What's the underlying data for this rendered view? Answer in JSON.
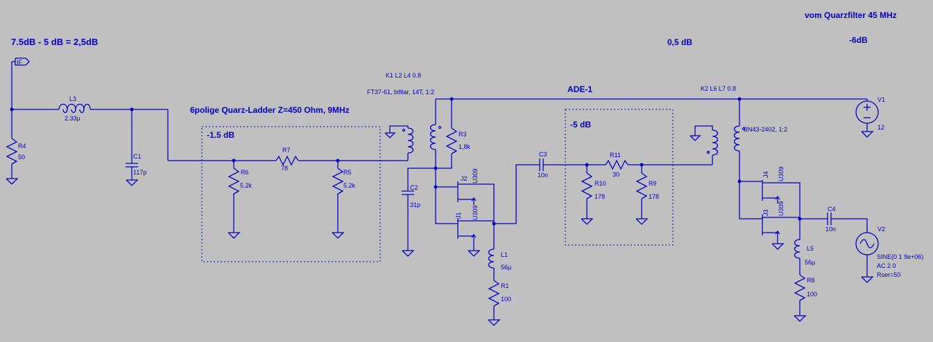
{
  "annotations": {
    "gain_top_left": "7.5dB - 5 dB = 2,5dB",
    "quartz_ladder": "6polige Quarz-Ladder Z=450 Ohm, 9MHz",
    "ladder_loss": "-1.5 dB",
    "mixer": "ADE-1",
    "atten_loss": "-5 dB",
    "mid_db": "0,5 dB",
    "right_db": "-6dB",
    "quarzfilter": "vom Quarzfilter 45 MHz",
    "k1_coupling": "K1 L2 L4 0.8",
    "k2_coupling": "K2 L6 L7 0.8",
    "ft37": "FT37-61, bifilar, 14T, 1:2",
    "bn43": "BN43-2402, 1:2"
  },
  "port": {
    "name": "IF"
  },
  "components": {
    "R4": {
      "name": "R4",
      "value": "50"
    },
    "L3": {
      "name": "L3",
      "value": "2.33µ"
    },
    "C1": {
      "name": "C1",
      "value": "117p"
    },
    "R6": {
      "name": "R6",
      "value": "5.2k"
    },
    "R7": {
      "name": "R7",
      "value": "78"
    },
    "R5": {
      "name": "R5",
      "value": "5.2k"
    },
    "R3": {
      "name": "R3",
      "value": "1,8k"
    },
    "C2": {
      "name": "C2",
      "value": "31p"
    },
    "J2": {
      "name": "J2",
      "value": "U309"
    },
    "J1": {
      "name": "J1",
      "value": "U309"
    },
    "L1": {
      "name": "L1",
      "value": "56µ"
    },
    "R1": {
      "name": "R1",
      "value": "100"
    },
    "C3": {
      "name": "C3",
      "value": "10n"
    },
    "R11": {
      "name": "R11",
      "value": "30"
    },
    "R10": {
      "name": "R10",
      "value": "178"
    },
    "R9": {
      "name": "R9",
      "value": "178"
    },
    "J4": {
      "name": "J4",
      "value": "U309"
    },
    "J3": {
      "name": "J3",
      "value": "U309"
    },
    "C4": {
      "name": "C4",
      "value": "10n"
    },
    "L5": {
      "name": "L5",
      "value": "56µ"
    },
    "R8": {
      "name": "R8",
      "value": "100"
    },
    "V1": {
      "name": "V1",
      "value": "12"
    },
    "V2": {
      "name": "V2",
      "line1": "SINE(0 1 9e+06)",
      "line2": "AC 2 0",
      "line3": "Rser=50"
    }
  }
}
